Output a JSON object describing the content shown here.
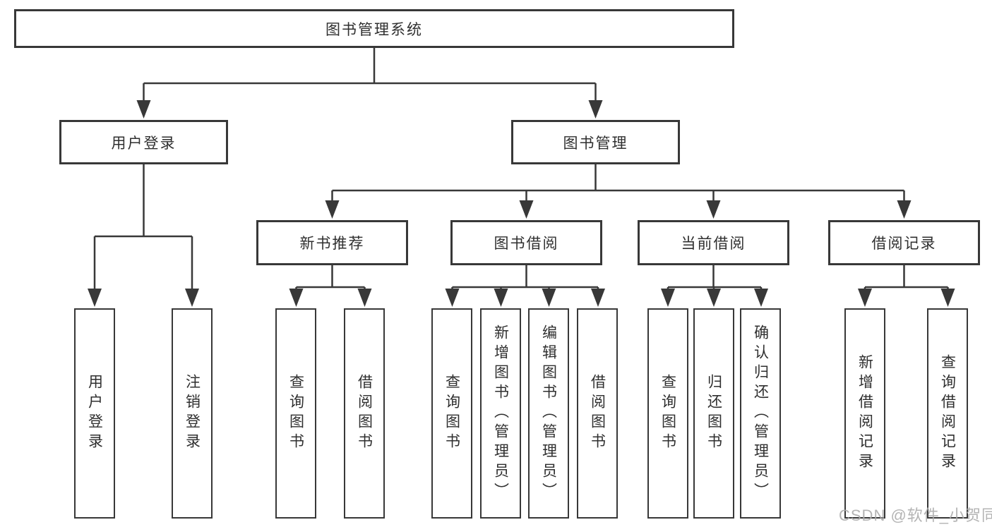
{
  "diagram": {
    "type": "tree",
    "root": {
      "label": "图书管理系统"
    },
    "level2": [
      {
        "label": "用户登录",
        "parent": "图书管理系统"
      },
      {
        "label": "图书管理",
        "parent": "图书管理系统"
      }
    ],
    "level3": [
      {
        "label": "新书推荐",
        "parent": "图书管理"
      },
      {
        "label": "图书借阅",
        "parent": "图书管理"
      },
      {
        "label": "当前借阅",
        "parent": "图书管理"
      },
      {
        "label": "借阅记录",
        "parent": "图书管理"
      }
    ],
    "level4": [
      {
        "label": "用户登录",
        "parent": "用户登录"
      },
      {
        "label": "注销登录",
        "parent": "用户登录"
      },
      {
        "label": "查询图书",
        "parent": "新书推荐"
      },
      {
        "label": "借阅图书",
        "parent": "新书推荐"
      },
      {
        "label": "查询图书",
        "parent": "图书借阅"
      },
      {
        "label": "新增图书（管理员）",
        "parent": "图书借阅"
      },
      {
        "label": "编辑图书（管理员）",
        "parent": "图书借阅"
      },
      {
        "label": "借阅图书",
        "parent": "图书借阅"
      },
      {
        "label": "查询图书",
        "parent": "当前借阅"
      },
      {
        "label": "归还图书",
        "parent": "当前借阅"
      },
      {
        "label": "确认归还（管理员）",
        "parent": "当前借阅"
      },
      {
        "label": "新增借阅记录",
        "parent": "借阅记录"
      },
      {
        "label": "查询借阅记录",
        "parent": "借阅记录"
      }
    ],
    "watermark": "CSDN @软件_小贺同学",
    "colors": {
      "line": "#383838",
      "text": "#2f2f2f",
      "box_bg": "#ffffff",
      "watermark": "#acacac"
    }
  }
}
